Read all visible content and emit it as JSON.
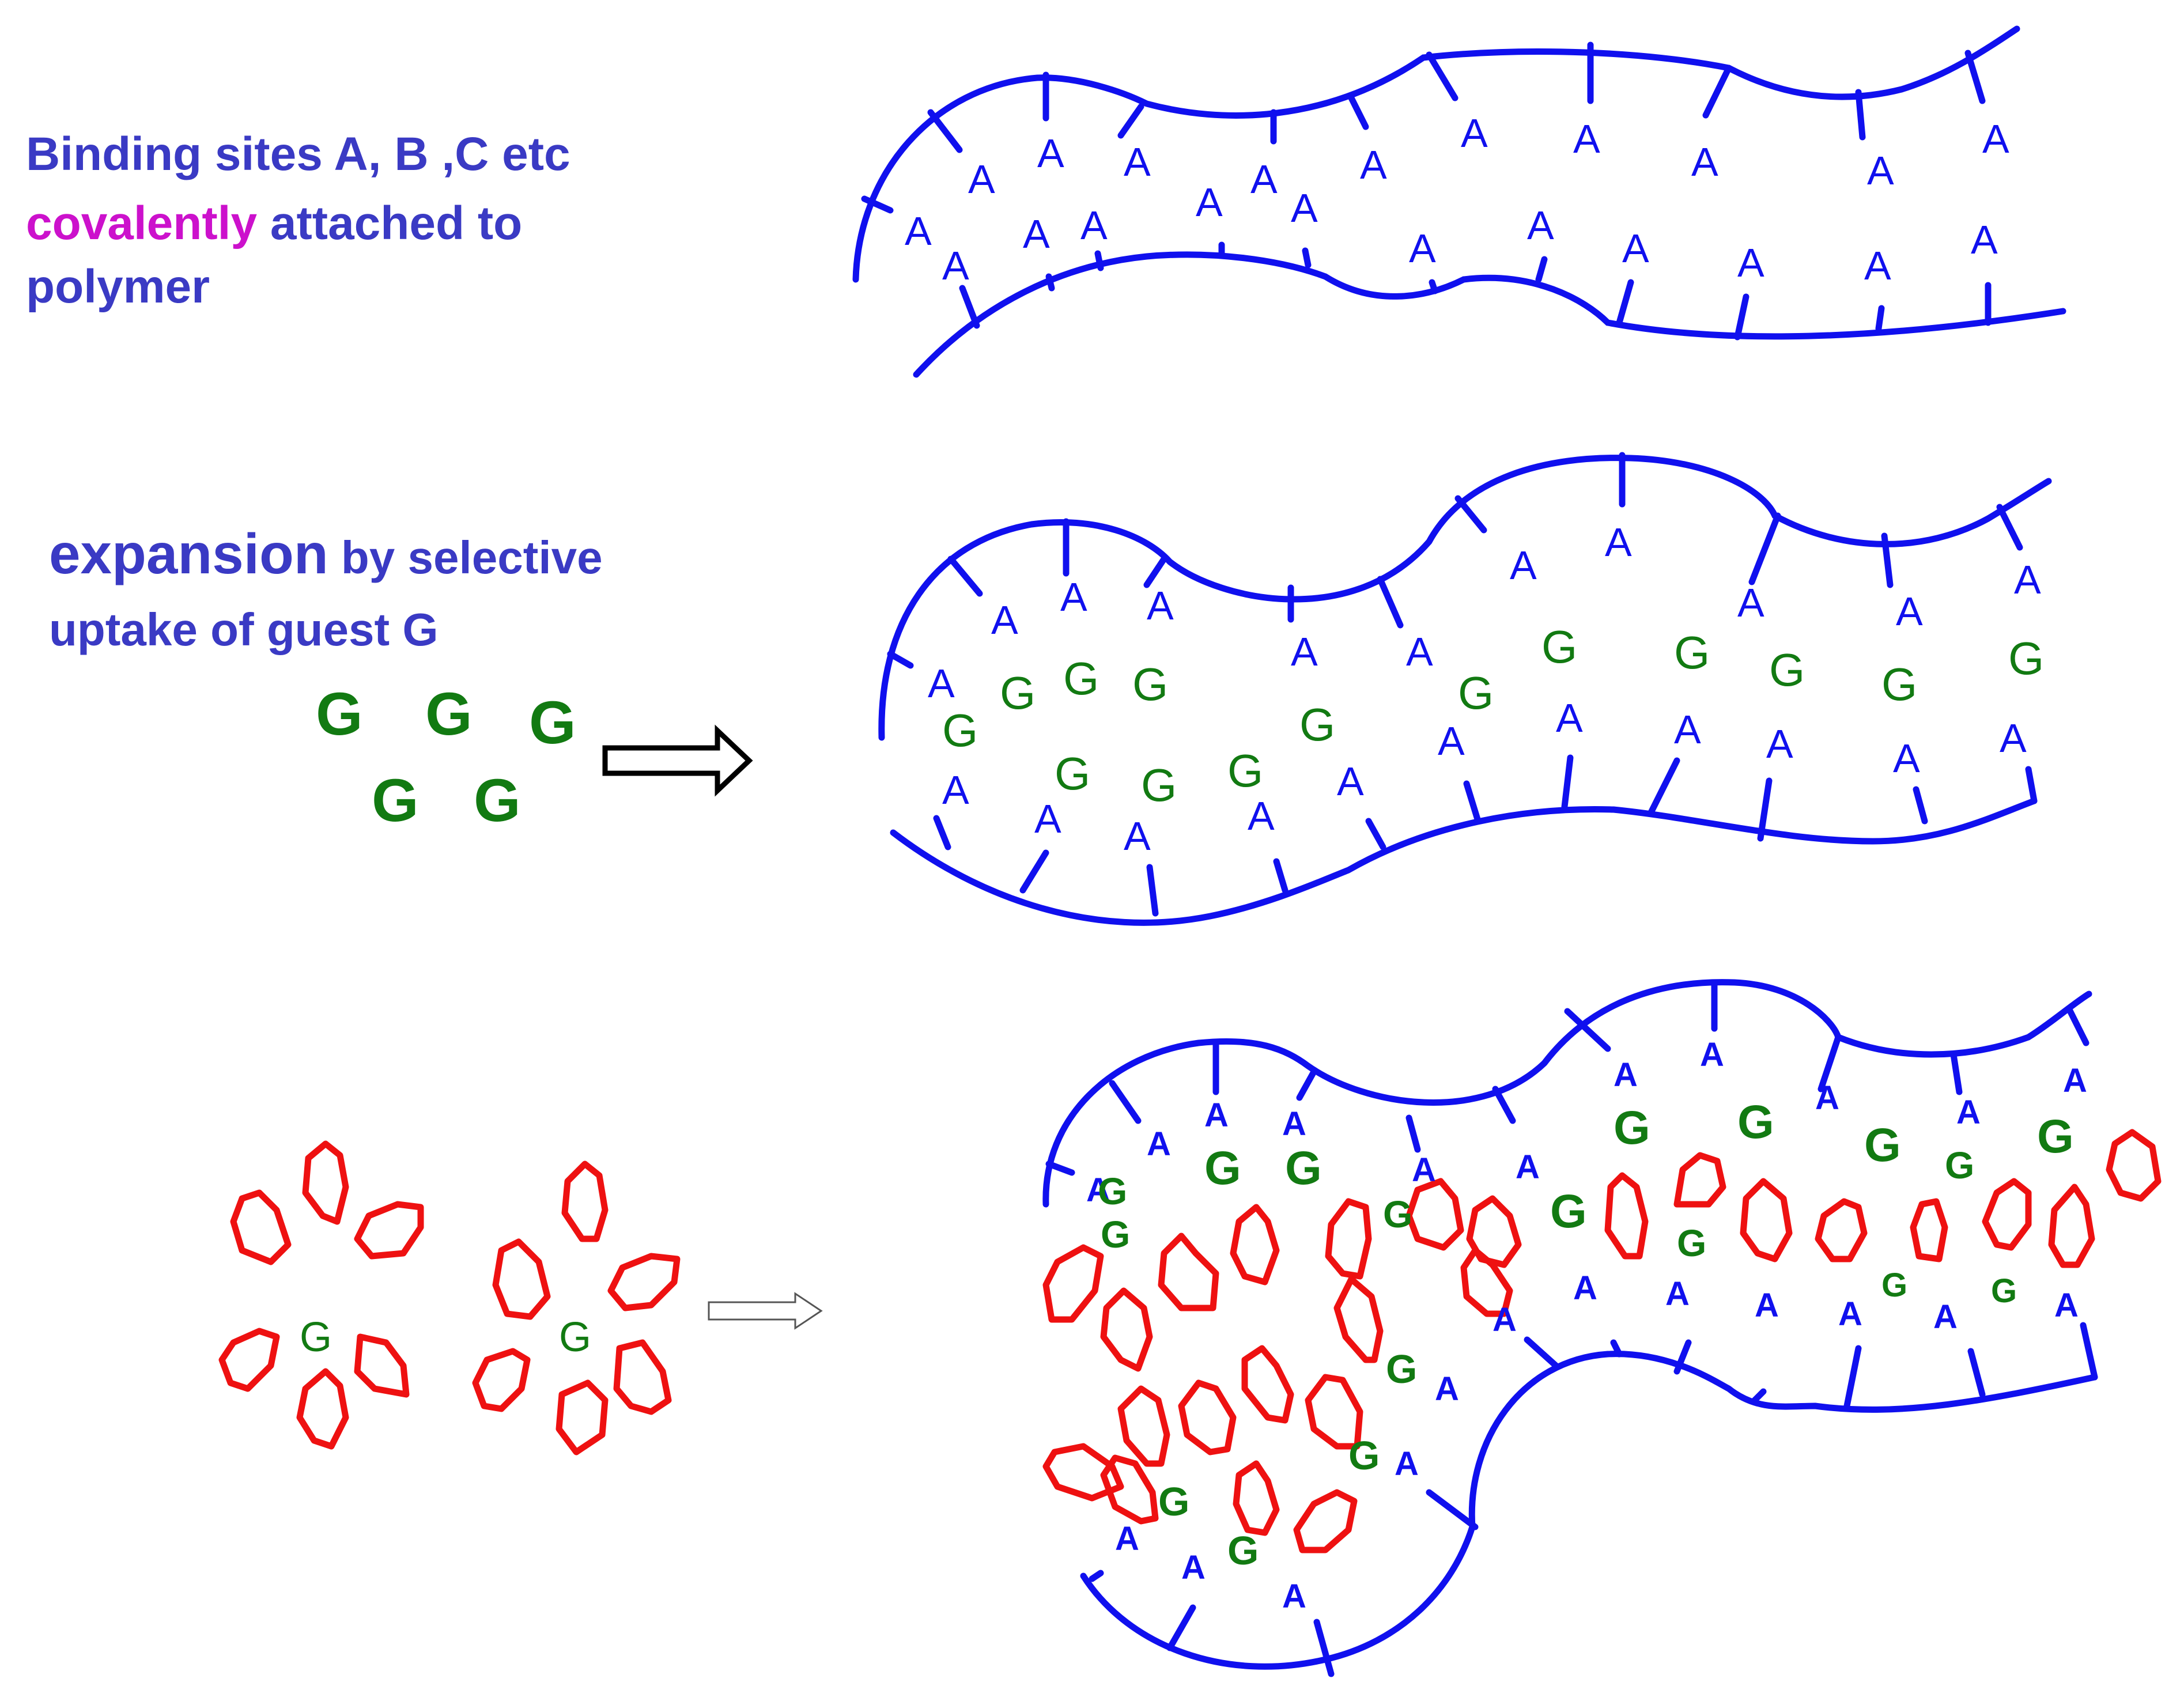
{
  "colors": {
    "polymer": "#1010ee",
    "caption": "#3a3ac4",
    "highlight": "#cc11cc",
    "guest": "#127a12",
    "complex": "#ee1111",
    "arrow": "#000000"
  },
  "captions": {
    "panel1_line1": "Binding sites A, B ,C etc",
    "panel1_line2_highlight": "covalently",
    "panel1_line2_rest": " attached to",
    "panel1_line3": "polymer",
    "panel2_line1_big": "expansion",
    "panel2_line1_rest": " by selective",
    "panel2_line2": "uptake of guest G"
  },
  "labels": {
    "site": "A",
    "guest": "G"
  }
}
